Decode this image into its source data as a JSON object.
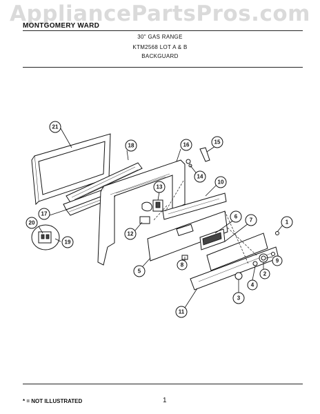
{
  "watermark": "AppliancePartsPros.com",
  "header": {
    "manufacturer": "MONTGOMERY WARD",
    "product": "30\" GAS RANGE",
    "model": "KTM2568 LOT A & B",
    "section": "BACKGUARD"
  },
  "footer": {
    "legend": "* = NOT ILLUSTRATED",
    "page": "1"
  },
  "callouts": [
    {
      "id": "callout-1",
      "label": "1"
    },
    {
      "id": "callout-2",
      "label": "2"
    },
    {
      "id": "callout-3",
      "label": "3"
    },
    {
      "id": "callout-4",
      "label": "4"
    },
    {
      "id": "callout-5",
      "label": "5"
    },
    {
      "id": "callout-6",
      "label": "6"
    },
    {
      "id": "callout-7",
      "label": "7"
    },
    {
      "id": "callout-8",
      "label": "8"
    },
    {
      "id": "callout-9",
      "label": "9"
    },
    {
      "id": "callout-10",
      "label": "10"
    },
    {
      "id": "callout-11",
      "label": "11"
    },
    {
      "id": "callout-12",
      "label": "12"
    },
    {
      "id": "callout-13",
      "label": "13"
    },
    {
      "id": "callout-14",
      "label": "14"
    },
    {
      "id": "callout-15",
      "label": "15"
    },
    {
      "id": "callout-16",
      "label": "16"
    },
    {
      "id": "callout-17",
      "label": "17"
    },
    {
      "id": "callout-18",
      "label": "18"
    },
    {
      "id": "callout-19",
      "label": "19"
    },
    {
      "id": "callout-20",
      "label": "20"
    },
    {
      "id": "callout-21",
      "label": "21"
    }
  ]
}
